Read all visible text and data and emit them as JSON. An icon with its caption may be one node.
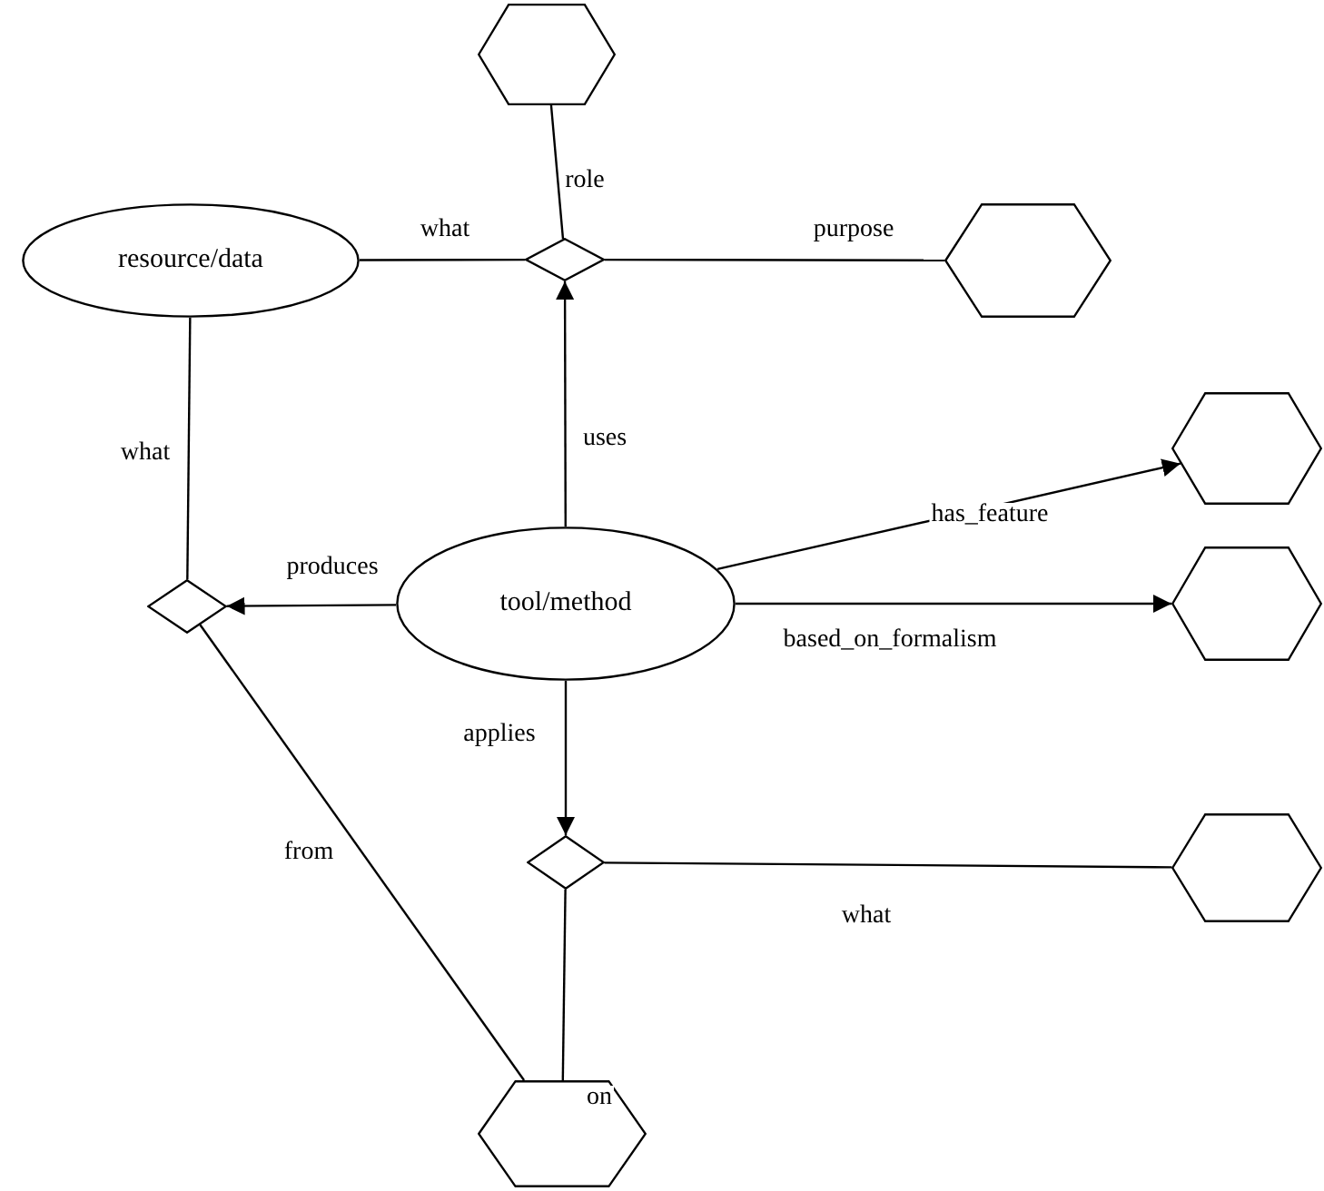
{
  "diagram": {
    "nodes": [
      {
        "text": [
          "resource/data"
        ]
      },
      {
        "text": [],
        "shape": "hexagon"
      },
      {
        "text": [],
        "shape": "diamond"
      },
      {
        "text": [],
        "shape": "hexagon"
      },
      {
        "text": [],
        "shape": "hexagon"
      },
      {
        "text": [
          "tool/method"
        ]
      },
      {
        "text": [],
        "shape": "diamond"
      },
      {
        "text": [],
        "shape": "hexagon"
      },
      {
        "text": [],
        "shape": "diamond"
      },
      {
        "text": [],
        "shape": "hexagon"
      },
      {
        "text": [],
        "shape": "hexagon"
      }
    ],
    "edges": [
      {
        "from": 0,
        "to": 2,
        "arrow": "none",
        "label": "what"
      },
      {
        "from": 2,
        "to": 1,
        "arrow": "none",
        "label": "role"
      },
      {
        "from": 2,
        "to": 3,
        "arrow": "none",
        "label": "purpose"
      },
      {
        "from": 5,
        "to": 2,
        "arrow": "to",
        "label": "uses"
      },
      {
        "from": 5,
        "to": 4,
        "arrow": "to",
        "label": "has_feature"
      },
      {
        "from": 5,
        "to": 7,
        "arrow": "to",
        "label": "based_on_formalism"
      },
      {
        "from": 5,
        "to": 6,
        "arrow": "to",
        "label": "produces"
      },
      {
        "from": 6,
        "to": 0,
        "arrow": "none",
        "label": "what"
      },
      {
        "from": 5,
        "to": 8,
        "arrow": "to",
        "label": "applies"
      },
      {
        "from": 8,
        "to": 9,
        "arrow": "none",
        "label": "what"
      },
      {
        "from": 8,
        "to": 10,
        "arrow": "none",
        "label": "on"
      },
      {
        "from": 6,
        "to": 10,
        "arrow": "none",
        "label": "from"
      }
    ]
  }
}
